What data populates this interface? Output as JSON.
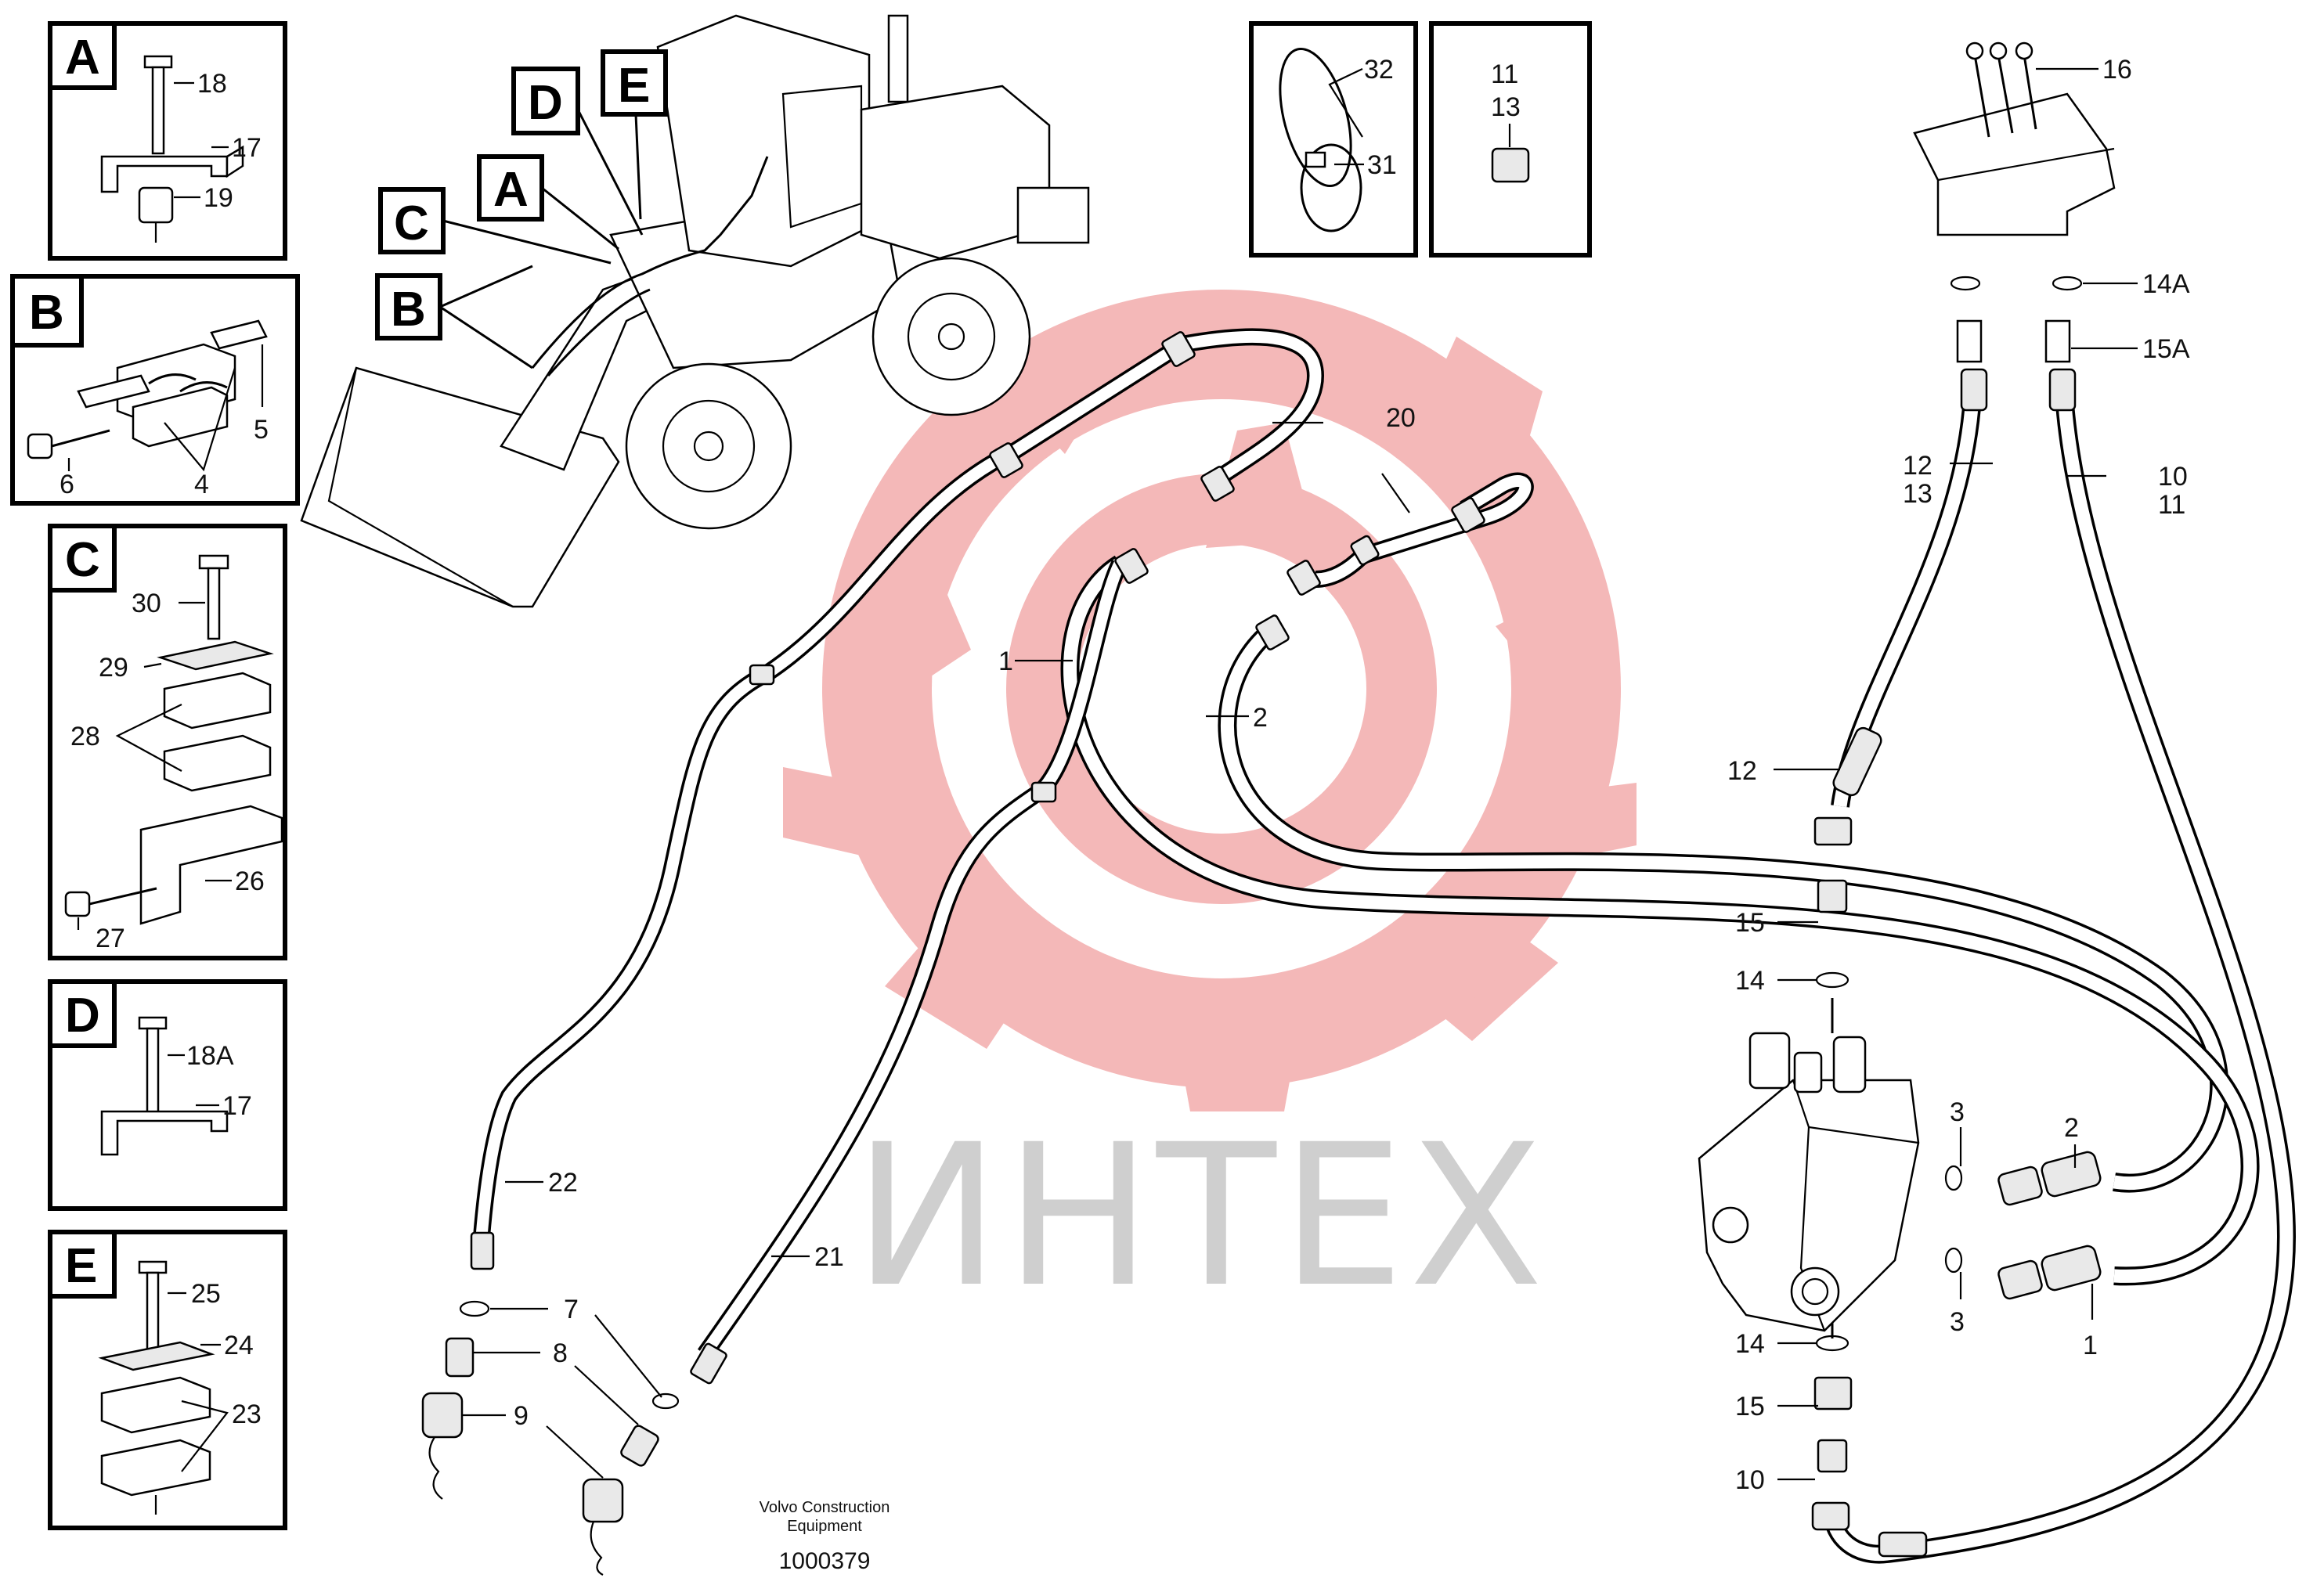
{
  "watermark": {
    "text": "ИНТЕХ",
    "color": "#f4b8b8"
  },
  "footer": {
    "line1": "Volvo Construction",
    "line2": "Equipment",
    "code": "1000379"
  },
  "detail_letters": {
    "a": "A",
    "b": "B",
    "c": "C",
    "d": "D",
    "e": "E"
  },
  "labels": {
    "p18": "18",
    "p17": "17",
    "p19": "19",
    "p6": "6",
    "p4": "4",
    "p5": "5",
    "p30": "30",
    "p29": "29",
    "p28": "28",
    "p26": "26",
    "p27": "27",
    "p18a": "18A",
    "p17d": "17",
    "p25": "25",
    "p24": "24",
    "p23": "23",
    "p32": "32",
    "p31": "31",
    "p11": "11",
    "p13": "13",
    "p16": "16",
    "p14a": "14A",
    "p15a": "15A",
    "p12a": "12",
    "p13a": "13",
    "p10a": "10",
    "p11a": "11",
    "p20": "20",
    "p1a": "1",
    "p2a": "2",
    "p12b": "12",
    "p15b": "15",
    "p14b": "14",
    "p3a": "3",
    "p2b": "2",
    "p3b": "3",
    "p1b": "1",
    "p14c": "14",
    "p15c": "15",
    "p10b": "10",
    "p22": "22",
    "p21": "21",
    "p7": "7",
    "p8": "8",
    "p9": "9"
  }
}
